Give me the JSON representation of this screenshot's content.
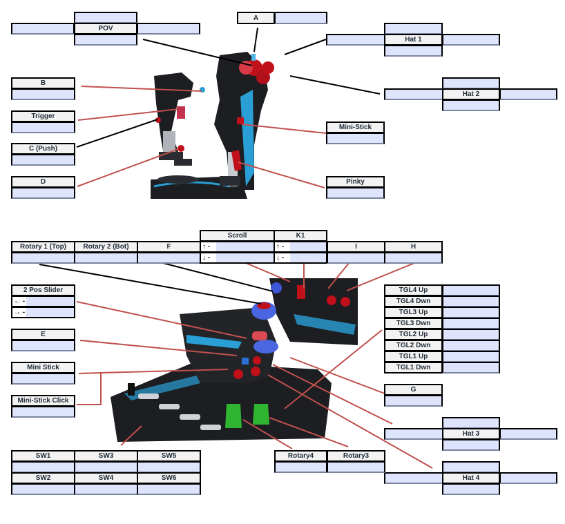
{
  "title": "HOTAS button mapping diagram",
  "colors": {
    "label_bg": "#f2f2f2",
    "value_bg": "#dde4fc",
    "line_red": "#c0504d",
    "line_black": "#000000",
    "device_black": "#1c1e22",
    "device_blue": "#2a9fd6",
    "button_red": "#c0101a",
    "knob_green": "#2fb52f"
  },
  "stick": {
    "pov": {
      "label": "POV",
      "up": "",
      "down": "",
      "left": "",
      "right": ""
    },
    "a": {
      "label": "A",
      "value": ""
    },
    "hat1": {
      "label": "Hat 1",
      "up": "",
      "down": "",
      "left": "",
      "right": ""
    },
    "hat2": {
      "label": "Hat 2",
      "up": "",
      "down": "",
      "left": "",
      "right": ""
    },
    "b": {
      "label": "B",
      "value": ""
    },
    "trigger": {
      "label": "Trigger",
      "value": ""
    },
    "c_push": {
      "label": "C (Push)",
      "value": ""
    },
    "d": {
      "label": "D",
      "value": ""
    },
    "mini_stick": {
      "label": "Mini-Stick",
      "value": ""
    },
    "pinky": {
      "label": "Pinky",
      "value": ""
    }
  },
  "throttle": {
    "rotary1": {
      "label": "Rotary 1 (Top)",
      "value": ""
    },
    "rotary2": {
      "label": "Rotary 2 (Bot)",
      "value": ""
    },
    "f": {
      "label": "F",
      "value": ""
    },
    "scroll": {
      "label": "Scroll",
      "up_arrow": "↑ -",
      "down_arrow": "↓ -",
      "up": "",
      "down": ""
    },
    "k1": {
      "label": "K1",
      "up_arrow": "↑ -",
      "down_arrow": "↓ -",
      "up": "",
      "down": ""
    },
    "i": {
      "label": "I",
      "value": ""
    },
    "h": {
      "label": "H",
      "value": ""
    },
    "slider": {
      "label": "2 Pos Slider",
      "left_arrow": "← -",
      "right_arrow": "→ -",
      "left": "",
      "right": ""
    },
    "e": {
      "label": "E",
      "value": ""
    },
    "mini_stick": {
      "label": "Mini Stick",
      "value": ""
    },
    "mini_stick_click": {
      "label": "Mini-Stick Click",
      "value": ""
    },
    "toggles": [
      {
        "label": "TGL4 Up",
        "value": ""
      },
      {
        "label": "TGL4 Dwn",
        "value": ""
      },
      {
        "label": "TGL3 Up",
        "value": ""
      },
      {
        "label": "TGL3 Dwn",
        "value": ""
      },
      {
        "label": "TGL2 Up",
        "value": ""
      },
      {
        "label": "TGL2 Dwn",
        "value": ""
      },
      {
        "label": "TGL1 Up",
        "value": ""
      },
      {
        "label": "TGL1 Dwn",
        "value": ""
      }
    ],
    "g": {
      "label": "G",
      "value": ""
    },
    "hat3": {
      "label": "Hat 3",
      "up": "",
      "down": "",
      "left": "",
      "right": ""
    },
    "hat4": {
      "label": "Hat 4",
      "up": "",
      "down": "",
      "left": "",
      "right": ""
    },
    "rotary4": {
      "label": "Rotary4",
      "value": ""
    },
    "rotary3": {
      "label": "Rotary3",
      "value": ""
    },
    "switches": [
      {
        "label": "SW1",
        "value": ""
      },
      {
        "label": "SW3",
        "value": ""
      },
      {
        "label": "SW5",
        "value": ""
      },
      {
        "label": "SW2",
        "value": ""
      },
      {
        "label": "SW4",
        "value": ""
      },
      {
        "label": "SW6",
        "value": ""
      }
    ]
  }
}
